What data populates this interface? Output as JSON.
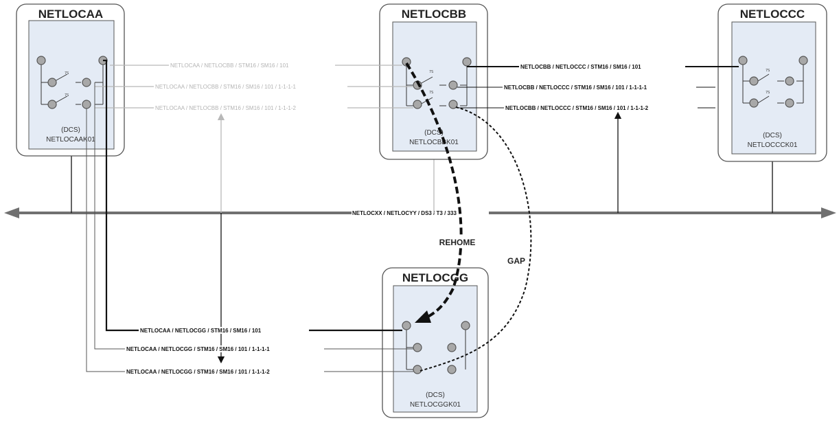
{
  "nodes": {
    "netlocaa": {
      "title": "NETLOCAA",
      "dcs": "(DCS)",
      "element": "NETLOCAAK01"
    },
    "netloccbb": {
      "title": "NETLOCBB",
      "dcs": "(DCS)",
      "element": "NETLOCBBK01"
    },
    "netlocccc": {
      "title": "NETLOCCC",
      "dcs": "(DCS)",
      "element": "NETLOCCCK01"
    },
    "netlocgg": {
      "title": "NETLOCGG",
      "dcs": "(DCS)",
      "element": "NETLOCGGK01"
    }
  },
  "links": {
    "aa_bb_main": "NETLOCAA / NETLOCBB / STM16 / SM16 / 101",
    "aa_bb_1": "NETLOCAA / NETLOCBB / STM16 / SM16 / 101 / 1-1-1-1",
    "aa_bb_2": "NETLOCAA / NETLOCBB / STM16 / SM16 / 101 / 1-1-1-2",
    "bb_cc_main": "NETLOCBB / NETLOCCC / STM16 / SM16 / 101",
    "bb_cc_1": "NETLOCBB / NETLOCCC / STM16 / SM16 / 101 / 1-1-1-1",
    "bb_cc_2": "NETLOCBB / NETLOCCC / STM16 / SM16 / 101 / 1-1-1-2",
    "aa_gg_main": "NETLOCAA / NETLOCGG / STM16 / SM16 / 101",
    "aa_gg_1": "NETLOCAA / NETLOCGG / STM16 / SM16 / 101 / 1-1-1-1",
    "aa_gg_2": "NETLOCAA / NETLOCGG / STM16 / SM16 / 101 / 1-1-1-2",
    "bus": "NETLOCXX / NETLOCYY / DS3 / T3 / 333"
  },
  "annotations": {
    "rehome": "REHOME",
    "gap": "GAP",
    "switch_mark": "7S"
  },
  "colors": {
    "node_outer": "#ffffff",
    "node_inner": "#e4ebf5",
    "active_line": "#111111",
    "inactive_line": "#b8b8b8",
    "port": "#a8a8a8",
    "bus": "#707070"
  }
}
